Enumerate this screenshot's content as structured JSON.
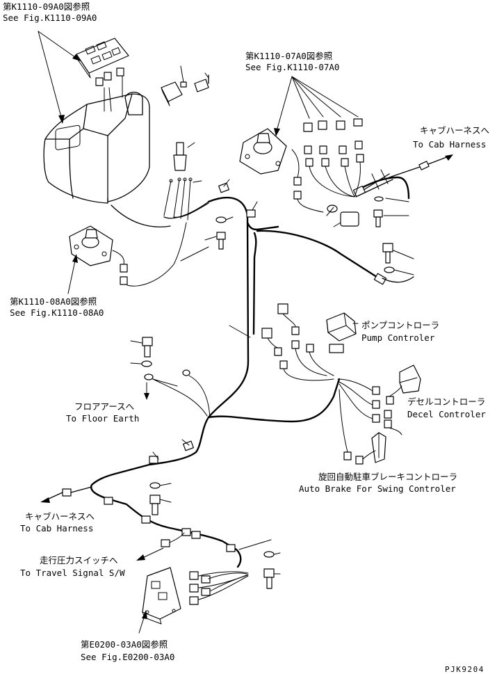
{
  "labels": {
    "ref_09a0_jp": "第K1110-09A0図参照",
    "ref_09a0_en": "See Fig.K1110-09A0",
    "ref_07a0_jp": "第K1110-07A0図参照",
    "ref_07a0_en": "See Fig.K1110-07A0",
    "cab_harness_right_jp": "キャブハーネスへ",
    "cab_harness_right_en": "To Cab Harness",
    "ref_08a0_jp": "第K1110-08A0図参照",
    "ref_08a0_en": "See Fig.K1110-08A0",
    "pump_jp": "ポンプコントローラ",
    "pump_en": "Pump Controler",
    "floor_earth_jp": "フロアアースへ",
    "floor_earth_en": "To Floor Earth",
    "decel_jp": "デセルコントローラ",
    "decel_en": "Decel Controler",
    "auto_brake_jp": "旋回自動駐車ブレーキコントローラ",
    "auto_brake_en": "Auto Brake For Swing Controler",
    "cab_harness_left_jp": "キャブハーネスへ",
    "cab_harness_left_en": "To Cab Harness",
    "travel_jp": "走行圧力スイッチへ",
    "travel_en": "To Travel Signal S/W",
    "ref_e0200_jp": "第E0200-03A0図参照",
    "ref_e0200_en": "See Fig.E0200-03A0",
    "drawing_code": "PJK9204"
  }
}
